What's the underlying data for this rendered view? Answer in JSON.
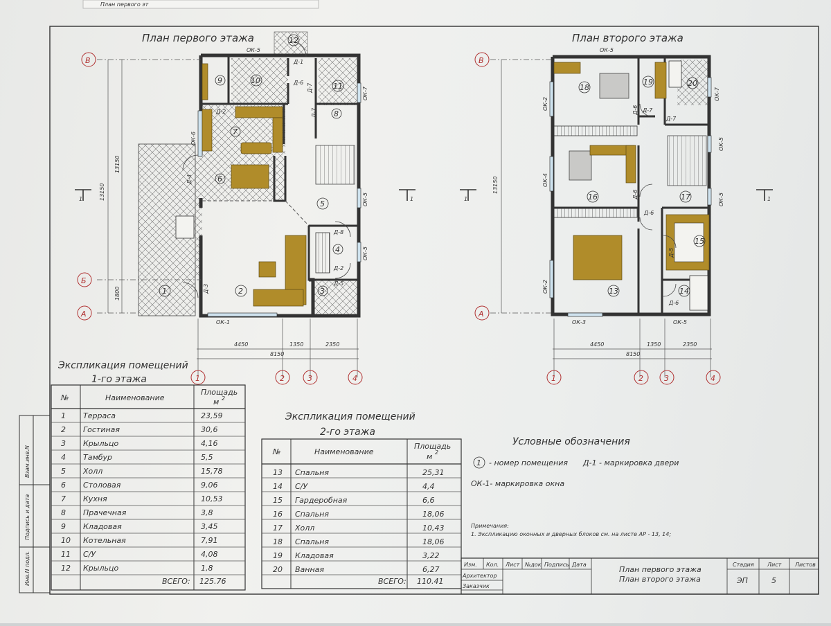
{
  "top_strip": "План первого эт",
  "plans": {
    "first": {
      "title": "План первого этажа",
      "rooms": [
        "1",
        "2",
        "3",
        "4",
        "5",
        "6",
        "7",
        "8",
        "9",
        "10",
        "11",
        "12"
      ],
      "windows": [
        "ОК-5",
        "ОК-7",
        "ОК-6",
        "ОК-5",
        "ОК-5",
        "ОК-1"
      ],
      "doors": [
        "Д-1",
        "Д-6",
        "Д-7",
        "Д-2",
        "Д-7",
        "Д-4",
        "Д-3",
        "Д-8",
        "Д-2",
        "Д-5"
      ],
      "axes_letters": [
        "В",
        "Б",
        "А"
      ],
      "axes_numbers": [
        "1",
        "2",
        "3",
        "4"
      ],
      "dims": {
        "d1": "4450",
        "d2": "1350",
        "d3": "2350",
        "total": "8150",
        "left": "13150",
        "left2": "13150",
        "bottom_left": "1800"
      }
    },
    "second": {
      "title": "План второго этажа",
      "rooms": [
        "18",
        "19",
        "20",
        "16",
        "17",
        "15",
        "13",
        "14"
      ],
      "windows": [
        "ОК-5",
        "ОК-7",
        "ОК-2",
        "ОК-4",
        "ОК-5",
        "ОК-5",
        "ОК-2",
        "ОК-3",
        "ОК-5"
      ],
      "doors": [
        "Д-6",
        "Д-7",
        "Д-7",
        "Д-6",
        "Д-6",
        "Д-5",
        "Д-6"
      ],
      "axes_letters": [
        "В",
        "А"
      ],
      "axes_numbers": [
        "1",
        "2",
        "3",
        "4"
      ],
      "dims": {
        "d1": "4450",
        "d2": "1350",
        "d3": "2350",
        "total": "8150",
        "left": "13150"
      }
    }
  },
  "section_mark": "1",
  "table1": {
    "title1": "Экспликация помещений",
    "title2": "1-го этажа",
    "headers": [
      "№",
      "Наименование",
      "Площадь",
      "м"
    ],
    "rows": [
      [
        "1",
        "Терраса",
        "23,59"
      ],
      [
        "2",
        "Гостиная",
        "30,6"
      ],
      [
        "3",
        "Крыльцо",
        "4,16"
      ],
      [
        "4",
        "Тамбур",
        "5,5"
      ],
      [
        "5",
        "Холл",
        "15,78"
      ],
      [
        "6",
        "Столовая",
        "9,06"
      ],
      [
        "7",
        "Кухня",
        "10,53"
      ],
      [
        "8",
        "Прачечная",
        "3,8"
      ],
      [
        "9",
        "Кладовая",
        "3,45"
      ],
      [
        "10",
        "Котельная",
        "7,91"
      ],
      [
        "11",
        "С/У",
        "4,08"
      ],
      [
        "12",
        "Крыльцо",
        "1,8"
      ]
    ],
    "total_label": "ВСЕГО:",
    "total": "125.76"
  },
  "table2": {
    "title1": "Экспликация помещений",
    "title2": "2-го этажа",
    "headers": [
      "№",
      "Наименование",
      "Площадь",
      "м"
    ],
    "rows": [
      [
        "13",
        "Спальня",
        "25,31"
      ],
      [
        "14",
        "С/У",
        "4,4"
      ],
      [
        "15",
        "Гардеробная",
        "6,6"
      ],
      [
        "16",
        "Спальня",
        "18,06"
      ],
      [
        "17",
        "Холл",
        "10,43"
      ],
      [
        "18",
        "Спальня",
        "18,06"
      ],
      [
        "19",
        "Кладовая",
        "3,22"
      ],
      [
        "20",
        "Ванная",
        "6,27"
      ]
    ],
    "total_label": "ВСЕГО:",
    "total": "110.41"
  },
  "legend": {
    "title": "Условные обозначения",
    "room_num": "1",
    "room_text": "- номер помещения",
    "door_text": "Д-1 - маркировка двери",
    "window_text": "ОК-1- маркировка окна"
  },
  "notes": {
    "title": "Примечания:",
    "line1": "1. Экспликацию оконных и дверных блоков см. на листе АР - 13, 14;"
  },
  "stamp": {
    "headers": [
      "Изм.",
      "Кол.",
      "Лист",
      "№док",
      "Подпись",
      "Дата"
    ],
    "architect": "Архитектор",
    "client": "Заказчик",
    "title_line1": "План первого этажа",
    "title_line2": "План второго этажа",
    "stage_label": "Стадия",
    "sheet_label": "Лист",
    "sheets_label": "Листов",
    "stage": "ЭП",
    "sheet": "5"
  },
  "side_stamp": [
    "Инв.N подл.",
    "Подпись и дата",
    "Взам.инв.N"
  ]
}
